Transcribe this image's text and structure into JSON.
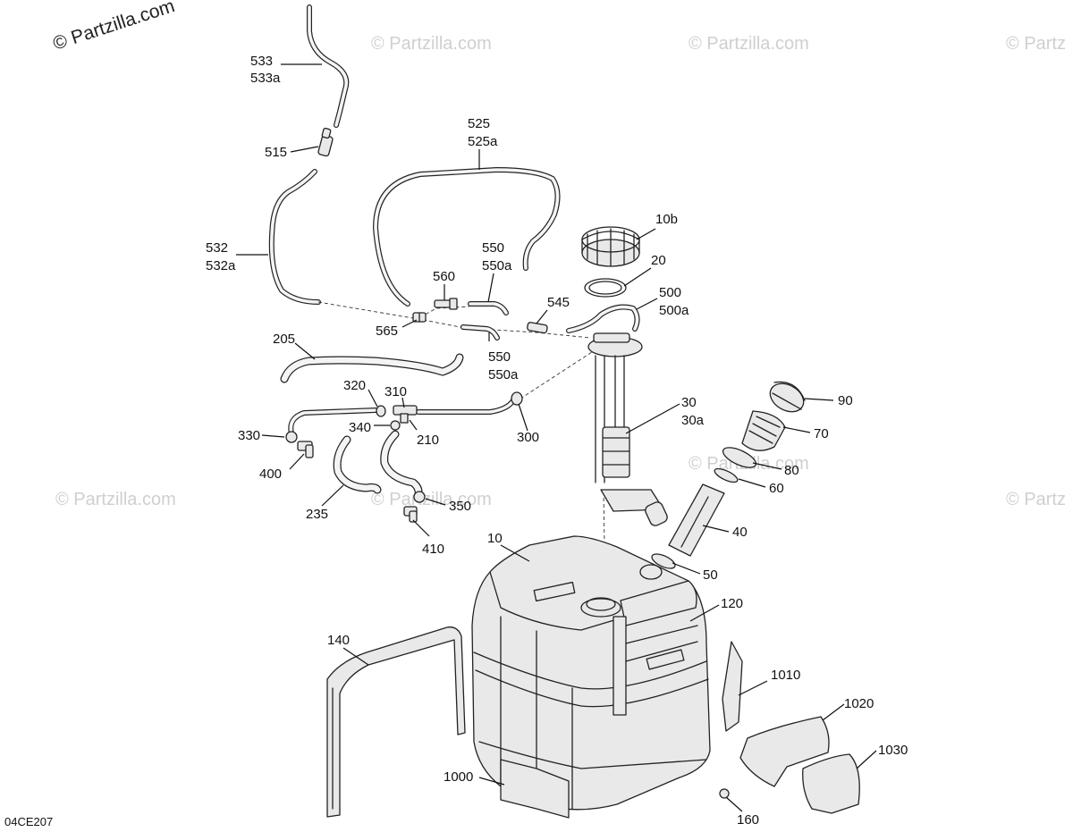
{
  "watermarks": {
    "main": "© Partzilla.com",
    "faint": "© Partzilla.com",
    "edge": "© Partz"
  },
  "diagram_code": "04CE207",
  "callouts": {
    "c533": "533",
    "c533a": "533a",
    "c515": "515",
    "c525": "525",
    "c525a": "525a",
    "c532": "532",
    "c532a": "532a",
    "c10b": "10b",
    "c20": "20",
    "c550top": "550",
    "c550atop": "550a",
    "c560": "560",
    "c545": "545",
    "c500": "500",
    "c500a": "500a",
    "c565": "565",
    "c550bot": "550",
    "c550abot": "550a",
    "c205": "205",
    "c320": "320",
    "c310": "310",
    "c340": "340",
    "c210": "210",
    "c300": "300",
    "c330": "330",
    "c400": "400",
    "c235": "235",
    "c350": "350",
    "c410": "410",
    "c30": "30",
    "c30a": "30a",
    "c90": "90",
    "c70": "70",
    "c80": "80",
    "c60": "60",
    "c40": "40",
    "c50": "50",
    "c10": "10",
    "c120": "120",
    "c140": "140",
    "c1010": "1010",
    "c1020": "1020",
    "c1030": "1030",
    "c1000": "1000",
    "c160": "160"
  }
}
